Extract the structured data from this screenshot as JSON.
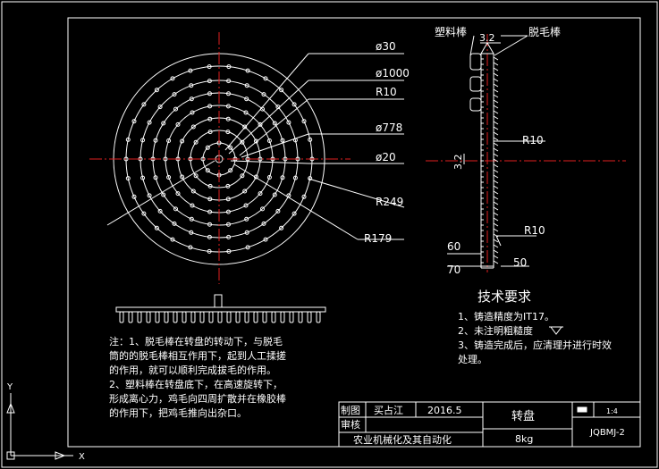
{
  "dims": {
    "d30": "ø30",
    "d1000": "ø1000",
    "r10a": "R10",
    "d778": "ø778",
    "d20": "ø20",
    "r249": "R249",
    "r179": "R179",
    "plastic_rod": "塑料棒",
    "depilating_rod": "脱毛棒",
    "d3_2_top": "3.2",
    "r10_side": "R10",
    "d3_2_side": "3.2",
    "r10_lower": "R10",
    "d60": "60",
    "d70": "70",
    "d50": "50"
  },
  "tech": {
    "title": "技术要求",
    "items": [
      "1、铸造精度为IT17。",
      "2、未注明粗糙度",
      "3、铸造完成后，应清理并进行时效",
      "处理。"
    ]
  },
  "notes": [
    "注：1、脱毛棒在转盘的转动下，与脱毛",
    "筒的的脱毛棒相互作用下，起到人工揉搓",
    "的作用，就可以顺利完成拔毛的作用。",
    "2、塑料棒在转盘底下，在高速旋转下，",
    "形成离心力，鸡毛向四周扩散并在橡胶棒",
    "的作用下，把鸡毛推向出杂口。"
  ],
  "title_block": {
    "drawn_label": "制图",
    "drawn_by": "买占江",
    "date": "2016.5",
    "part_name": "转盘",
    "scale": "1:4",
    "check_label": "审核",
    "course": "农业机械化及其自动化",
    "weight": "8kg",
    "drawing_no": "JQBMJ-2"
  },
  "ucs": {
    "y": "Y",
    "x": "X"
  }
}
